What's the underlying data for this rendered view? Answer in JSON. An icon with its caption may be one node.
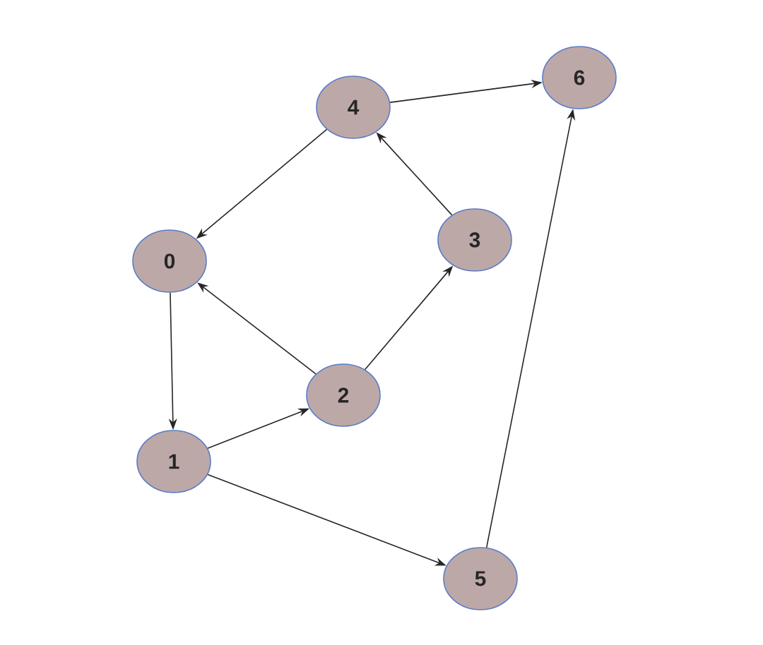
{
  "diagram": {
    "nodes": [
      {
        "text": [
          "0"
        ]
      },
      {
        "text": [
          "1"
        ]
      },
      {
        "text": [
          "2"
        ]
      },
      {
        "text": [
          "3"
        ]
      },
      {
        "text": [
          "4"
        ]
      },
      {
        "text": [
          "5"
        ]
      },
      {
        "text": [
          "6"
        ]
      }
    ],
    "edges": [
      {
        "from": 4,
        "to": 6,
        "arrow": "to"
      },
      {
        "from": 4,
        "to": 0,
        "arrow": "to"
      },
      {
        "from": 3,
        "to": 4,
        "arrow": "to"
      },
      {
        "from": 2,
        "to": 0,
        "arrow": "to"
      },
      {
        "from": 2,
        "to": 3,
        "arrow": "to"
      },
      {
        "from": 0,
        "to": 1,
        "arrow": "to"
      },
      {
        "from": 1,
        "to": 2,
        "arrow": "to"
      },
      {
        "from": 1,
        "to": 5,
        "arrow": "to"
      },
      {
        "from": 5,
        "to": 6,
        "arrow": "to"
      }
    ]
  }
}
